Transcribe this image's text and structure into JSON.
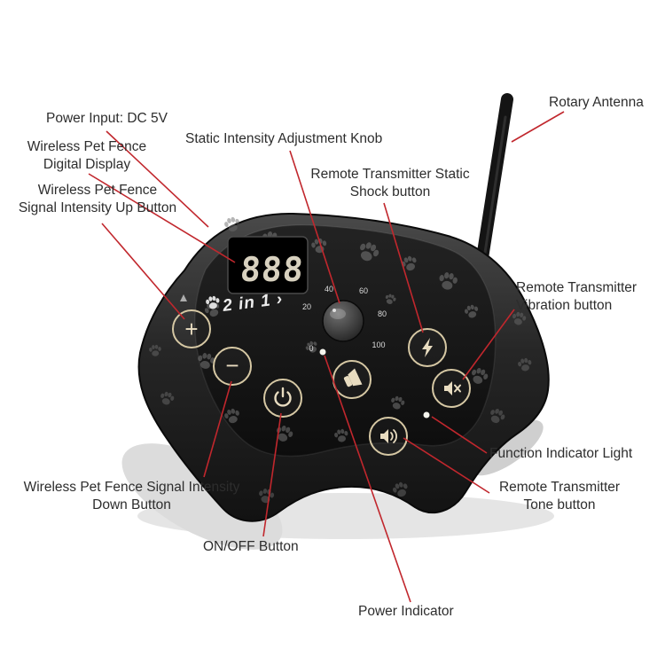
{
  "annotations": {
    "power_input": "Power Input: DC 5V",
    "digital_display": "Wireless Pet Fence\nDigital Display",
    "intensity_up": "Wireless Pet Fence\nSignal Intensity Up Button",
    "knob": "Static Intensity Adjustment Knob",
    "static_shock": "Remote Transmitter Static\nShock button",
    "rotary_antenna": "Rotary Antenna",
    "vibration": "Remote Transmitter\nVibration button",
    "function_light": "Function Indicator Light",
    "tone": "Remote Transmitter\nTone button",
    "intensity_down": "Wireless Pet Fence Signal Intensity\nDown Button",
    "onoff": "ON/OFF Button",
    "power_indicator": "Power Indicator"
  },
  "device": {
    "brand_label": "2 in 1 ›",
    "display_value": "888",
    "plus": "+",
    "minus": "−",
    "knob_scale": [
      "0",
      "20",
      "40",
      "60",
      "80",
      "100"
    ]
  },
  "colors": {
    "annotation_line": "#c1272d",
    "button_ring": "#d6c8a4",
    "display_digits": "#d8d1bf"
  }
}
